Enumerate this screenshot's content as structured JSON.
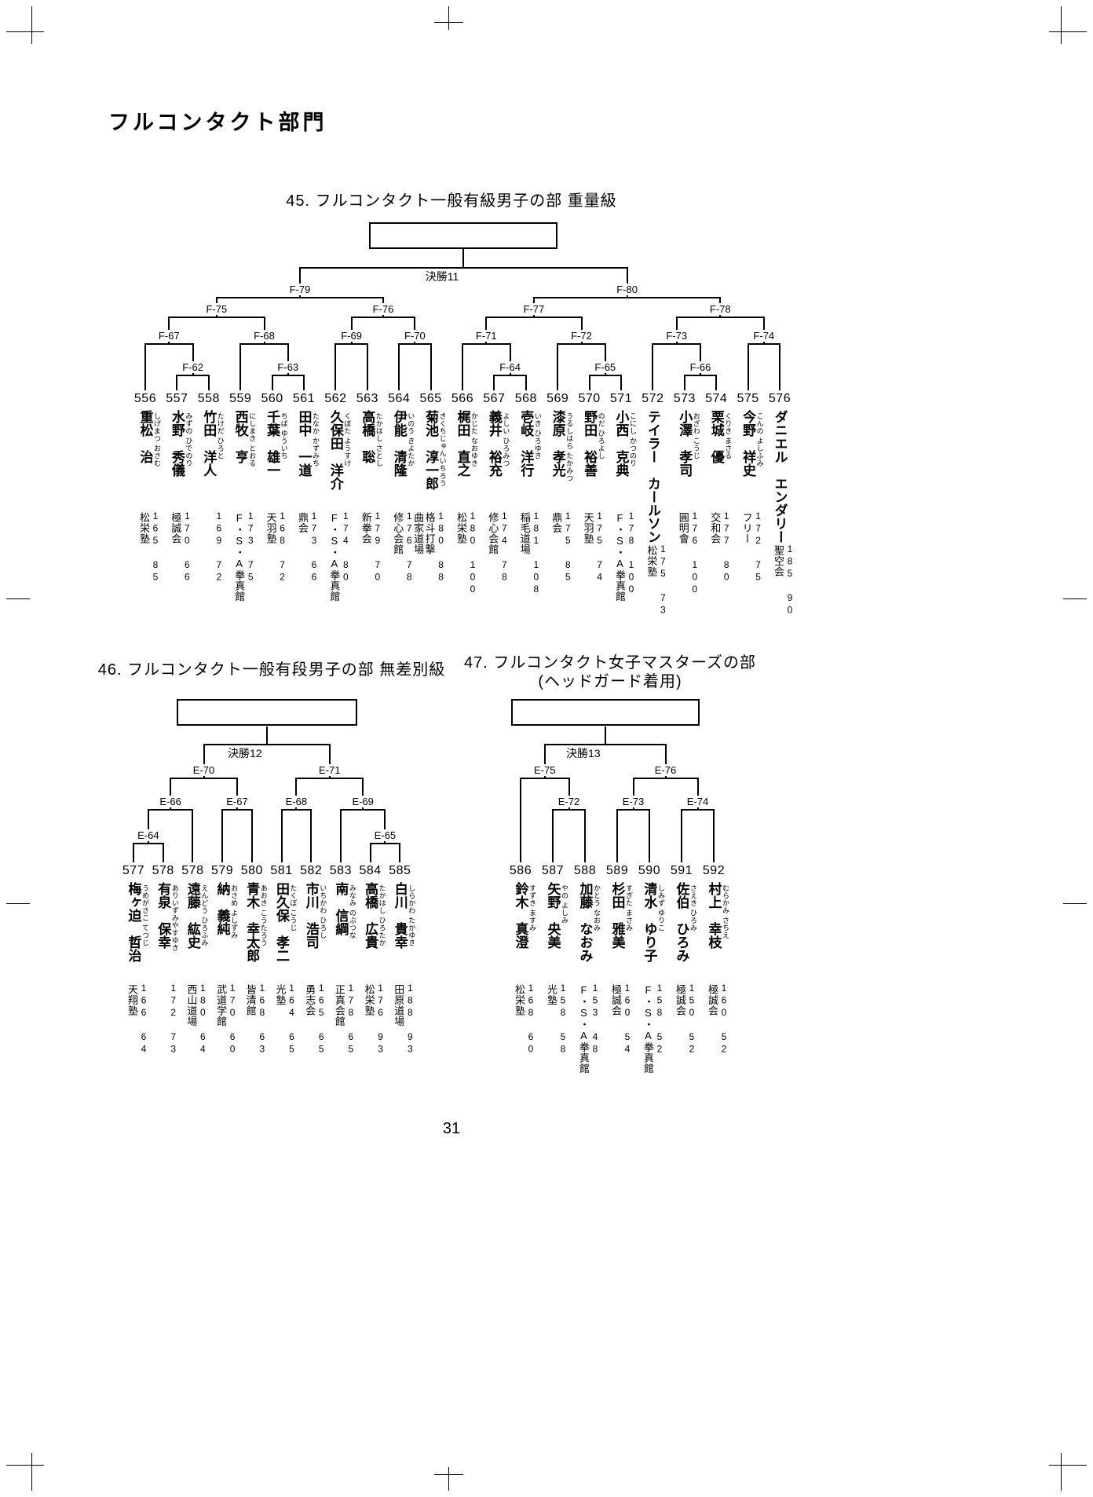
{
  "page": {
    "header": "フルコンタクト部門",
    "page_number": "31"
  },
  "brackets": [
    {
      "id": "45",
      "title": "45. フルコンタクト一般有級男子の部 重量級",
      "subtitle": "",
      "entries": [
        {
          "num": "556",
          "name": "重松　治",
          "furigana": "しげまつ おさむ",
          "stats": "165 85",
          "club": "松栄塾"
        },
        {
          "num": "557",
          "name": "水野　秀儀",
          "furigana": "みずの ひでのり",
          "stats": "170 66",
          "club": "極誠会"
        },
        {
          "num": "558",
          "name": "竹田　洋人",
          "furigana": "たけだ ひろと",
          "stats": "169 72",
          "club": ""
        },
        {
          "num": "559",
          "name": "西牧　亨",
          "furigana": "にしまき とおる",
          "stats": "173 75",
          "club": "F・S・A拳真館"
        },
        {
          "num": "560",
          "name": "千葉　雄一",
          "furigana": "ちば ゆういち",
          "stats": "168 72",
          "club": "天羽塾"
        },
        {
          "num": "561",
          "name": "田中　一道",
          "furigana": "たなか かずみち",
          "stats": "173 66",
          "club": "鼎会"
        },
        {
          "num": "562",
          "name": "久保田　洋介",
          "furigana": "くぼた ようすけ",
          "stats": "174 80",
          "club": "F・S・A拳真館"
        },
        {
          "num": "563",
          "name": "高橋　聡",
          "furigana": "たかはし さとし",
          "stats": "179 70",
          "club": "新拳会"
        },
        {
          "num": "564",
          "name": "伊能　清隆",
          "furigana": "いのう きよたか",
          "stats": "176 78",
          "club": "修心会館"
        },
        {
          "num": "565",
          "name": "菊池　淳一郎",
          "furigana": "きくちじゅんいちろう",
          "stats": "180 88",
          "club": "格斗打撃\n曲家道場"
        },
        {
          "num": "566",
          "name": "梶田　直之",
          "furigana": "かじた なおゆき",
          "stats": "180 100",
          "club": "松栄塾"
        },
        {
          "num": "567",
          "name": "義井　裕充",
          "furigana": "よしい ひろみつ",
          "stats": "174 78",
          "club": "修心会館"
        },
        {
          "num": "568",
          "name": "壱岐　洋行",
          "furigana": "いき ひろゆき",
          "stats": "181 108",
          "club": "稲毛道場"
        },
        {
          "num": "569",
          "name": "漆原　孝光",
          "furigana": "うるしはら たかみつ",
          "stats": "175 85",
          "club": "鼎会"
        },
        {
          "num": "570",
          "name": "野田　裕善",
          "furigana": "のだ ひろよし",
          "stats": "175 74",
          "club": "天羽塾"
        },
        {
          "num": "571",
          "name": "小西　克典",
          "furigana": "こにし かつのり",
          "stats": "178 100",
          "club": "F・S・A拳真館"
        },
        {
          "num": "572",
          "name": "テイラー　カールソン",
          "furigana": "",
          "stats": "175 73",
          "club": "松栄塾"
        },
        {
          "num": "573",
          "name": "小澤　孝司",
          "furigana": "おざわ こうじ",
          "stats": "176 100",
          "club": "圓明會"
        },
        {
          "num": "574",
          "name": "栗城　優",
          "furigana": "くりき まさる",
          "stats": "177 80",
          "club": "交和会"
        },
        {
          "num": "575",
          "name": "今野　祥史",
          "furigana": "こんの よしふみ",
          "stats": "172 75",
          "club": "フリー"
        },
        {
          "num": "576",
          "name": "ダニエル　エンダリー",
          "furigana": "",
          "stats": "185 90",
          "club": "聖空会"
        }
      ],
      "matches": [
        {
          "label": "F-62",
          "depth": 4,
          "a": "e:1",
          "b": "e:2"
        },
        {
          "label": "F-63",
          "depth": 4,
          "a": "e:4",
          "b": "e:5"
        },
        {
          "label": "F-64",
          "depth": 4,
          "a": "e:11",
          "b": "e:12"
        },
        {
          "label": "F-65",
          "depth": 4,
          "a": "e:14",
          "b": "e:15"
        },
        {
          "label": "F-66",
          "depth": 4,
          "a": "e:17",
          "b": "e:18"
        },
        {
          "label": "F-67",
          "depth": 3,
          "a": "e:0",
          "b": "m:0"
        },
        {
          "label": "F-68",
          "depth": 3,
          "a": "e:3",
          "b": "m:1"
        },
        {
          "label": "F-69",
          "depth": 3,
          "a": "e:6",
          "b": "e:7"
        },
        {
          "label": "F-70",
          "depth": 3,
          "a": "e:8",
          "b": "e:9"
        },
        {
          "label": "F-71",
          "depth": 3,
          "a": "e:10",
          "b": "m:2"
        },
        {
          "label": "F-72",
          "depth": 3,
          "a": "e:13",
          "b": "m:3"
        },
        {
          "label": "F-73",
          "depth": 3,
          "a": "e:16",
          "b": "m:4"
        },
        {
          "label": "F-74",
          "depth": 3,
          "a": "e:19",
          "b": "e:20"
        },
        {
          "label": "F-75",
          "depth": 2,
          "a": "m:5",
          "b": "m:6"
        },
        {
          "label": "F-76",
          "depth": 2,
          "a": "m:7",
          "b": "m:8"
        },
        {
          "label": "F-77",
          "depth": 2,
          "a": "m:9",
          "b": "m:10"
        },
        {
          "label": "F-78",
          "depth": 2,
          "a": "m:11",
          "b": "m:12"
        },
        {
          "label": "F-79",
          "depth": 1,
          "a": "m:13",
          "b": "m:14"
        },
        {
          "label": "F-80",
          "depth": 1,
          "a": "m:15",
          "b": "m:16"
        },
        {
          "label": "決勝11",
          "depth": 0,
          "a": "m:17",
          "b": "m:18"
        }
      ]
    },
    {
      "id": "46",
      "title": "46. フルコンタクト一般有段男子の部 無差別級",
      "subtitle": "",
      "entries": [
        {
          "num": "577",
          "name": "梅ヶ迫　哲治",
          "furigana": "うめがさこ てつじ",
          "stats": "166 64",
          "club": "天翔塾"
        },
        {
          "num": "578",
          "name": "有泉　保幸",
          "furigana": "ありいずみやすゆき",
          "stats": "172 73",
          "club": ""
        },
        {
          "num": "578",
          "name": "遠藤　紘史",
          "furigana": "えんどう ひろふみ",
          "stats": "180 64",
          "club": "西山道場"
        },
        {
          "num": "579",
          "name": "納　義純",
          "furigana": "おさめ よしずみ",
          "stats": "170 60",
          "club": "武道学館"
        },
        {
          "num": "580",
          "name": "青木　幸太郎",
          "furigana": "あおき こうたろう",
          "stats": "168 63",
          "club": "皆清館"
        },
        {
          "num": "581",
          "name": "田久保　孝二",
          "furigana": "たくぼ こうじ",
          "stats": "164 65",
          "club": "光塾"
        },
        {
          "num": "582",
          "name": "市川　浩司",
          "furigana": "いちかわ ひろし",
          "stats": "165 65",
          "club": "勇志会"
        },
        {
          "num": "583",
          "name": "南　信綱",
          "furigana": "みなみ のぶつな",
          "stats": "178 65",
          "club": "正真会館"
        },
        {
          "num": "584",
          "name": "高橋　広貴",
          "furigana": "たかはし ひろたか",
          "stats": "176 93",
          "club": "松栄塾"
        },
        {
          "num": "585",
          "name": "白川　貴幸",
          "furigana": "しらかわ たかゆき",
          "stats": "188 93",
          "club": "田原道場"
        }
      ],
      "matches": [
        {
          "label": "E-64",
          "depth": 3,
          "a": "e:0",
          "b": "e:1"
        },
        {
          "label": "E-65",
          "depth": 3,
          "a": "e:8",
          "b": "e:9"
        },
        {
          "label": "E-66",
          "depth": 2,
          "a": "m:0",
          "b": "e:2"
        },
        {
          "label": "E-67",
          "depth": 2,
          "a": "e:3",
          "b": "e:4"
        },
        {
          "label": "E-68",
          "depth": 2,
          "a": "e:5",
          "b": "e:6"
        },
        {
          "label": "E-69",
          "depth": 2,
          "a": "e:7",
          "b": "m:1"
        },
        {
          "label": "E-70",
          "depth": 1,
          "a": "m:2",
          "b": "m:3"
        },
        {
          "label": "E-71",
          "depth": 1,
          "a": "m:4",
          "b": "m:5"
        },
        {
          "label": "決勝12",
          "depth": 0,
          "a": "m:6",
          "b": "m:7"
        }
      ]
    },
    {
      "id": "47",
      "title": "47. フルコンタクト女子マスターズの部",
      "subtitle": "(ヘッドガード着用)",
      "entries": [
        {
          "num": "586",
          "name": "鈴木　真澄",
          "furigana": "すずき ますみ",
          "stats": "168 60",
          "club": "松栄塾"
        },
        {
          "num": "587",
          "name": "矢野　央美",
          "furigana": "やの よしみ",
          "stats": "158 58",
          "club": "光塾"
        },
        {
          "num": "588",
          "name": "加藤　なおみ",
          "furigana": "かとう なおみ",
          "stats": "153 48",
          "club": "F・S・A拳真館"
        },
        {
          "num": "589",
          "name": "杉田　雅美",
          "furigana": "すぎた まさみ",
          "stats": "160 54",
          "club": "極誠会"
        },
        {
          "num": "590",
          "name": "清水　ゆり子",
          "furigana": "しみず ゆりこ",
          "stats": "158 52",
          "club": "F・S・A拳真館"
        },
        {
          "num": "591",
          "name": "佐伯　ひろみ",
          "furigana": "さえき ひろみ",
          "stats": "150 52",
          "club": "極誠会"
        },
        {
          "num": "592",
          "name": "村上　幸枝",
          "furigana": "むらかみ さちえ",
          "stats": "160 52",
          "club": "極誠会"
        }
      ],
      "matches": [
        {
          "label": "E-72",
          "depth": 2,
          "a": "e:1",
          "b": "e:2"
        },
        {
          "label": "E-73",
          "depth": 2,
          "a": "e:3",
          "b": "e:4"
        },
        {
          "label": "E-74",
          "depth": 2,
          "a": "e:5",
          "b": "e:6"
        },
        {
          "label": "E-75",
          "depth": 1,
          "a": "e:0",
          "b": "m:0"
        },
        {
          "label": "E-76",
          "depth": 1,
          "a": "m:1",
          "b": "m:2"
        },
        {
          "label": "決勝13",
          "depth": 0,
          "a": "m:3",
          "b": "m:4"
        }
      ]
    }
  ]
}
